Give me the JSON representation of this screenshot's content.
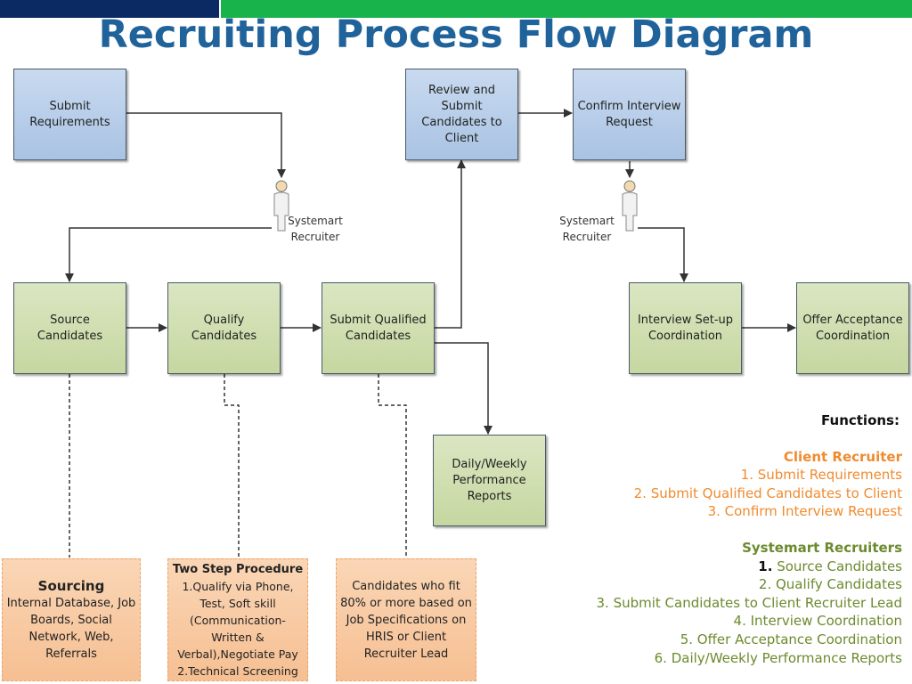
{
  "title": "Recruiting Process Flow Diagram",
  "nodes": {
    "submit_requirements": "Submit Requirements",
    "review_submit": "Review and Submit Candidates to Client",
    "confirm_interview": "Confirm Interview Request",
    "source_candidates": "Source Candidates",
    "qualify_candidates": "Qualify Candidates",
    "submit_qualified": "Submit Qualified Candidates",
    "interview_setup": "Interview Set-up Coordination",
    "offer_acceptance": "Offer Acceptance Coordination",
    "daily_reports": "Daily/Weekly Performance Reports"
  },
  "actors": {
    "recruiter_left": "Systemart Recruiter",
    "recruiter_right": "Systemart Recruiter"
  },
  "notes": {
    "sourcing_head": "Sourcing",
    "sourcing_body": "Internal Database, Job Boards, Social Network, Web, Referrals",
    "two_step_head": "Two Step Procedure",
    "two_step_body": "1.Qualify via Phone, Test, Soft skill (Communication- Written & Verbal),Negotiate Pay 2.Technical Screening",
    "fit_body": "Candidates who fit 80% or more based on Job Specifications on HRIS or Client Recruiter Lead"
  },
  "functions": {
    "heading": "Functions:",
    "client_heading": "Client Recruiter",
    "client_items": [
      "1. Submit Requirements",
      "2. Submit Qualified Candidates to Client",
      "3. Confirm Interview Request"
    ],
    "systemart_heading": "Systemart Recruiters",
    "systemart_first_num": "1.",
    "systemart_first_text": "Source Candidates",
    "systemart_items": [
      "2. Qualify Candidates",
      "3. Submit Candidates to Client Recruiter Lead",
      "4. Interview Coordination",
      "5. Offer Acceptance Coordination",
      "6. Daily/Weekly Performance Reports"
    ]
  },
  "colors": {
    "title": "#20639b",
    "client": "#ef8b2f",
    "systemart": "#6d8a2e"
  }
}
